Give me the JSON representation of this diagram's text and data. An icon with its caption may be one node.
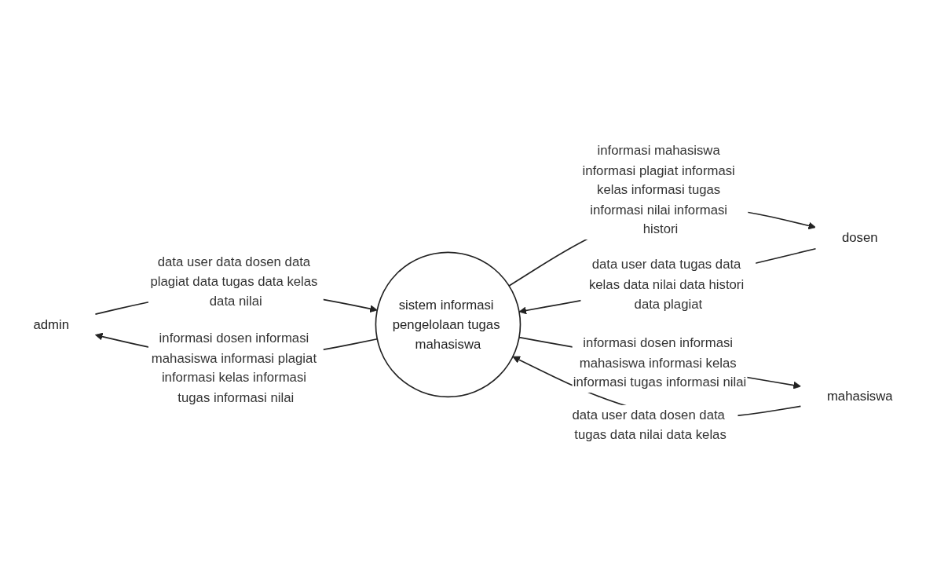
{
  "diagram": {
    "nodes": [
      {
        "text": [
          "admin"
        ]
      },
      {
        "text": [
          "dosen"
        ]
      },
      {
        "text": [
          "sistem informasi pengelolaan tugas mahasiswa"
        ]
      },
      {
        "text": [
          "mahasiswa"
        ]
      }
    ],
    "edges": [
      {
        "from": 2,
        "to": 0,
        "arrow": "to",
        "label": "informasi dosen informasi mahasiswa informasi plagiat informasi kelas informasi tugas informasi nilai"
      },
      {
        "from": 0,
        "to": 2,
        "arrow": "to",
        "label": "data user data dosen data plagiat data tugas data kelas data nilai"
      },
      {
        "from": 1,
        "to": 2,
        "arrow": "to",
        "label": "data user data tugas data kelas data nilai data histori data plagiat"
      },
      {
        "from": 2,
        "to": 1,
        "arrow": "to",
        "label": "informasi mahasiswa informasi plagiat informasi kelas informasi tugas informasi nilai informasi histori"
      },
      {
        "from": 2,
        "to": 3,
        "arrow": "to",
        "label": "informasi dosen informasi mahasiswa informasi kelas informasi tugas informasi nilai"
      },
      {
        "from": 3,
        "to": 2,
        "arrow": "to",
        "label": "data user data dosen data tugas data nilai data kelas"
      }
    ]
  }
}
